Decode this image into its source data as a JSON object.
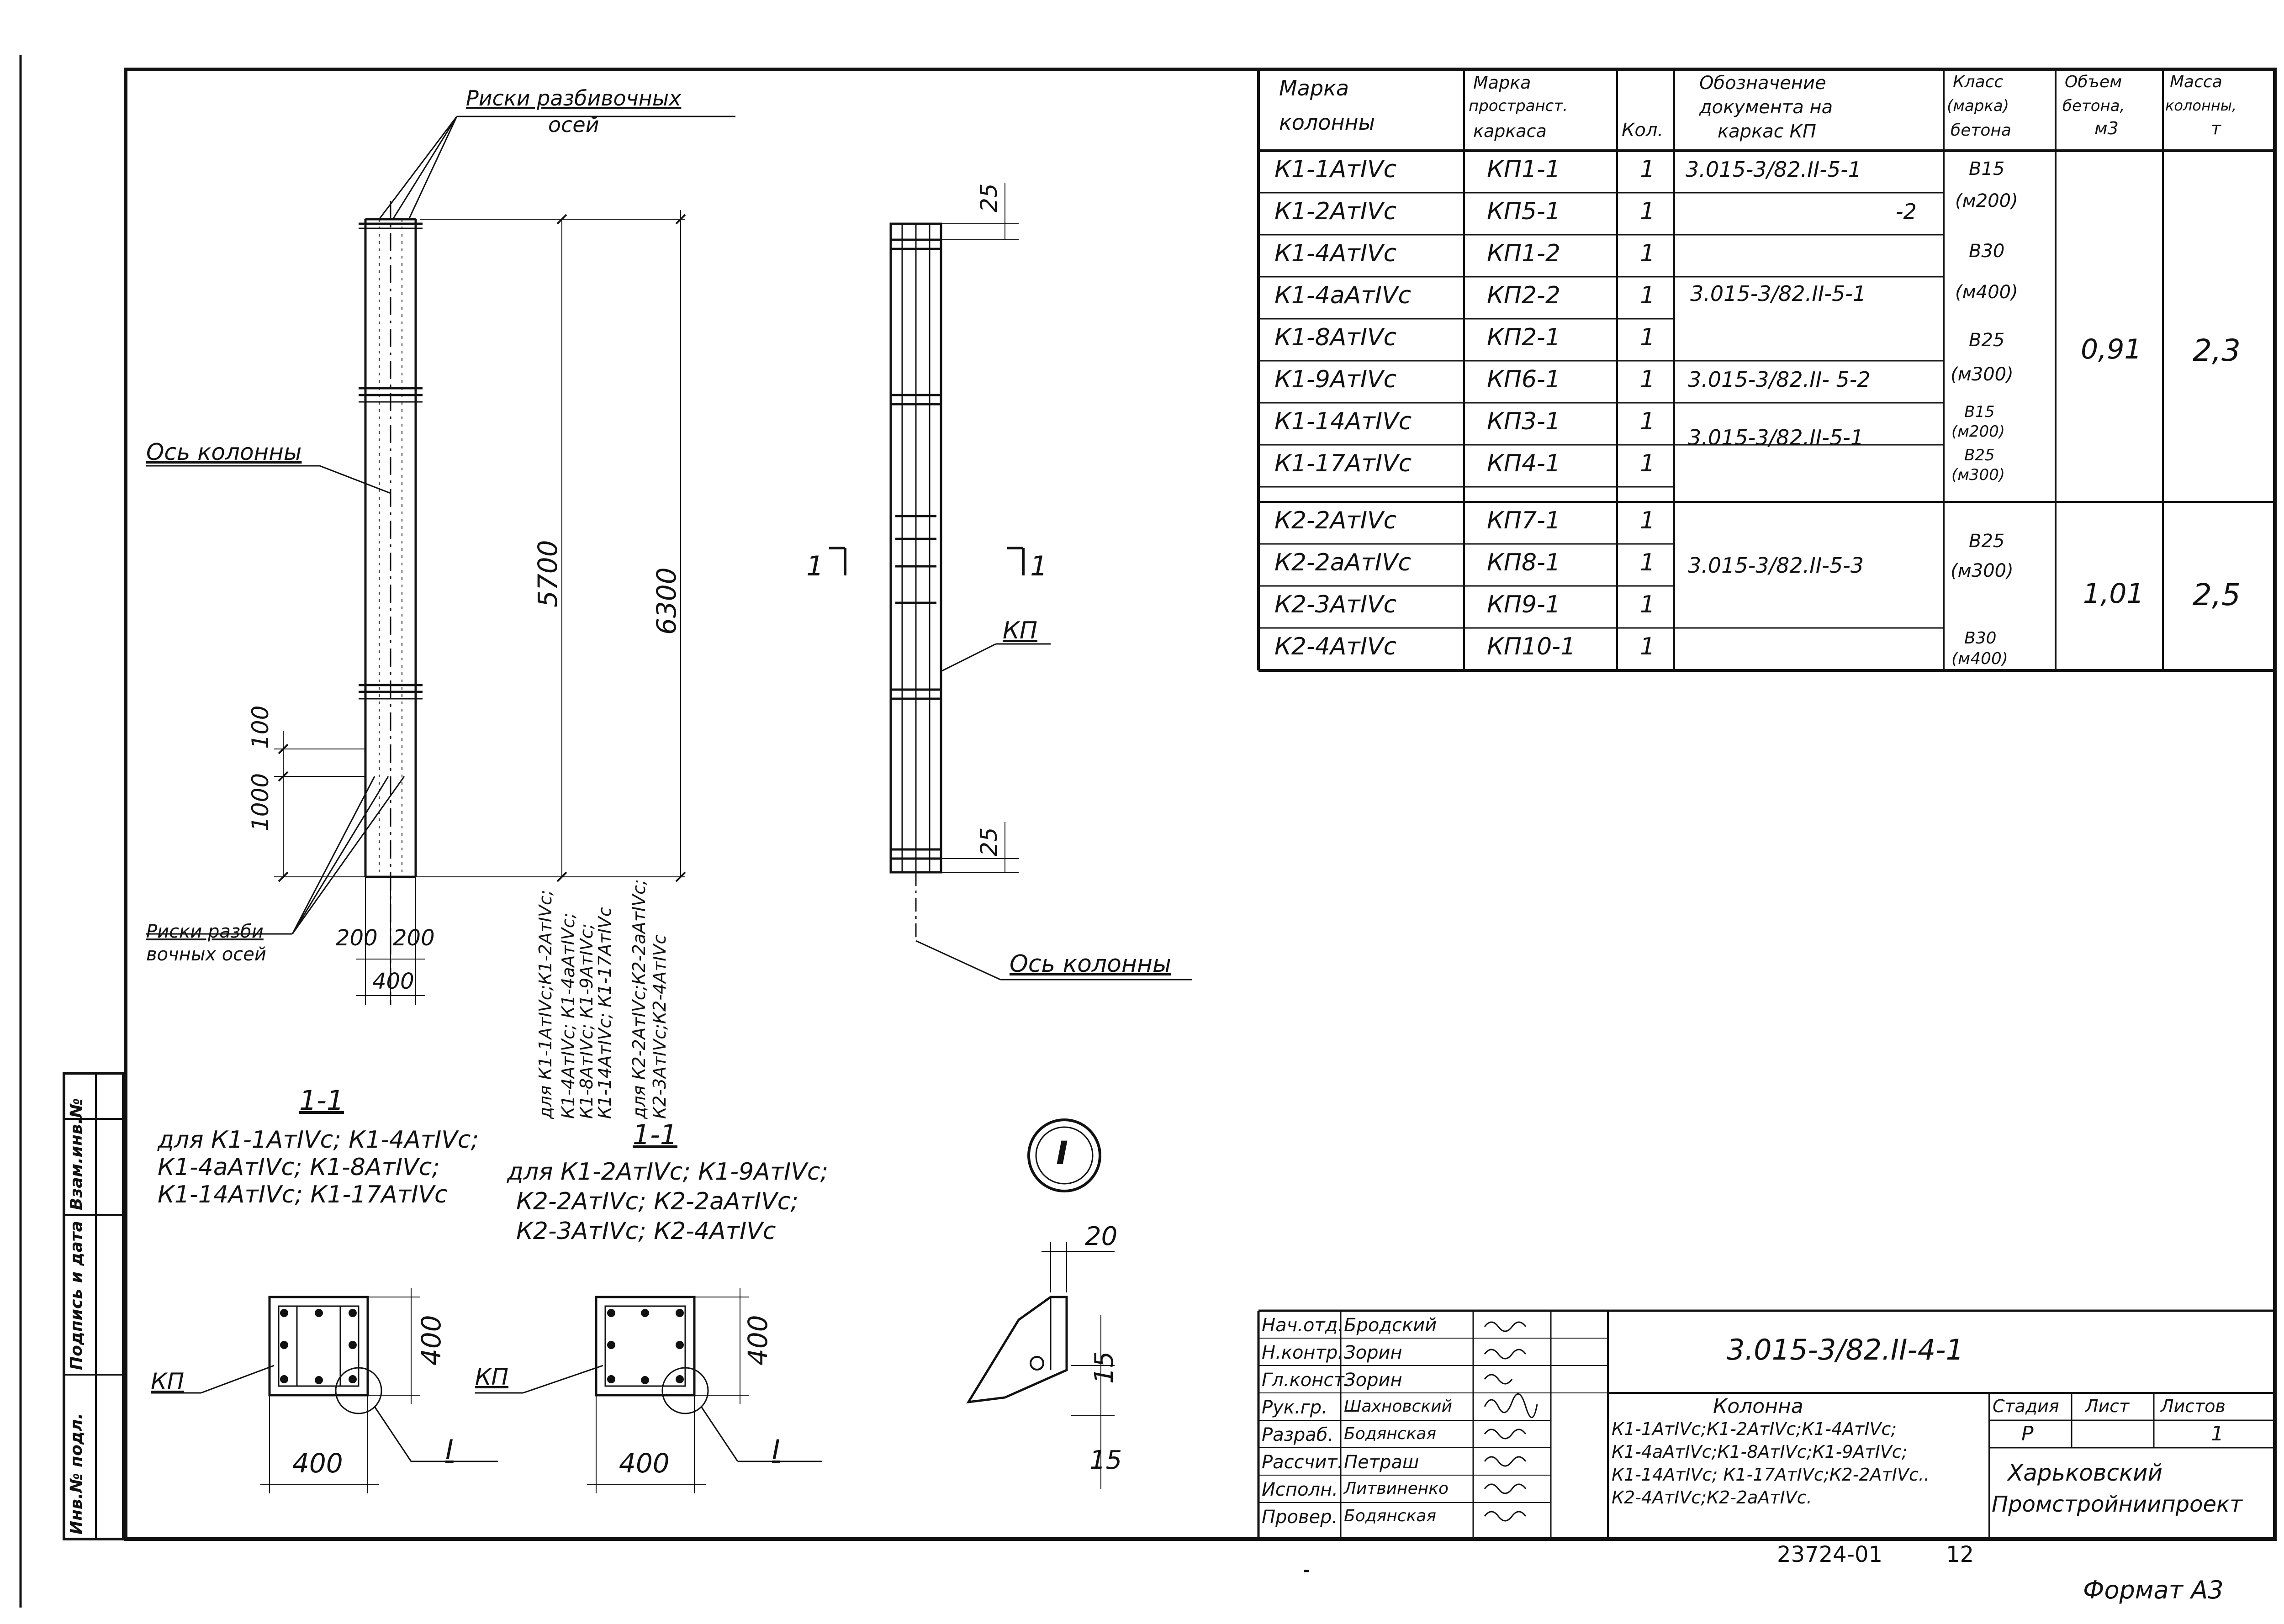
{
  "drawing": {
    "labels": {
      "marks_axes_top": [
        "Риски разбивочных",
        "осей"
      ],
      "column_axis_left": "Ось колонны",
      "marks_axes_bottom": [
        "Риски разби",
        "вочных осей"
      ],
      "column_axis_right": "Ось колонны",
      "cage_label": "КП",
      "section_mark_left": "1",
      "section_mark_right": "1",
      "detail_mark": "I"
    },
    "dims": {
      "d5700": "5700",
      "d6300": "6300",
      "d1000": "1000",
      "d100": "100",
      "d200a": "200",
      "d200b": "200",
      "d400": "400",
      "d25_top": "25",
      "d25_bot": "25",
      "d20": "20",
      "d15a": "15",
      "d15b": "15"
    },
    "vertical_notes": [
      "для К1-1АтIVс;К1-2АтIVс;",
      "К1-4АтIVс; К1-4аАтIVс;",
      "К1-8АтIVс; К1-9АтIVс;",
      "К1-14АтIVс; К1-17АтIVс",
      "для К2-2АтIVс;К2-2аАтIVс;",
      "К2-3АтIVс;К2-4АтIVс"
    ],
    "section_a": {
      "title": "1-1",
      "lines": [
        "для К1-1АтIVс; К1-4АтIVс;",
        "К1-4аАтIVс; К1-8АтIVс;",
        "К1-14АтIVс;  К1-17АтIVс"
      ],
      "cage": "КП",
      "dim_w": "400",
      "dim_h": "400",
      "detail": "I"
    },
    "section_b": {
      "title": "1-1",
      "lines": [
        "для К1-2АтIVс; К1-9АтIVс;",
        "К2-2АтIVс;  К2-2аАтIVс;",
        "К2-3АтIVс; К2-4АтIVс"
      ],
      "cage": "КП",
      "dim_w": "400",
      "dim_h": "400",
      "detail": "I"
    }
  },
  "spec_table": {
    "headers": [
      [
        "Марка",
        "колонны"
      ],
      [
        "Марка",
        "пространст.",
        "каркаса"
      ],
      [
        "Кол."
      ],
      [
        "Обозначение",
        "документа на",
        "каркас КП"
      ],
      [
        "Класс",
        "(марка)",
        "бетона"
      ],
      [
        "Объем",
        "бетона,",
        "м3"
      ],
      [
        "Масса",
        "колонны,",
        "т"
      ]
    ],
    "rows": [
      {
        "col": "К1-1АтIVс",
        "cage": "КП1-1",
        "qty": "1"
      },
      {
        "col": "К1-2АтIVс",
        "cage": "КП5-1",
        "qty": "1"
      },
      {
        "col": "К1-4АтIVс",
        "cage": "КП1-2",
        "qty": "1"
      },
      {
        "col": "К1-4аАтIVс",
        "cage": "КП2-2",
        "qty": "1"
      },
      {
        "col": "К1-8АтIVс",
        "cage": "КП2-1",
        "qty": "1"
      },
      {
        "col": "К1-9АтIVс",
        "cage": "КП6-1",
        "qty": "1"
      },
      {
        "col": "К1-14АтIVс",
        "cage": "КП3-1",
        "qty": "1"
      },
      {
        "col": "К1-17АтIVс",
        "cage": "КП4-1",
        "qty": "1"
      },
      {
        "col": "К2-2АтIVс",
        "cage": "КП7-1",
        "qty": "1"
      },
      {
        "col": "К2-2аАтIVс",
        "cage": "КП8-1",
        "qty": "1"
      },
      {
        "col": "К2-3АтIVс",
        "cage": "КП9-1",
        "qty": "1"
      },
      {
        "col": "К2-4АтIVс",
        "cage": "КП10-1",
        "qty": "1"
      }
    ],
    "docs": [
      "3.015-3/82.II-5-1",
      "-2",
      "3.015-3/82.II-5-1",
      "3.015-3/82.II- 5-2",
      "3.015-3/82.II-5-1",
      "3.015-3/82.II-5-3"
    ],
    "classes": [
      "В15",
      "(м200)",
      "В30",
      "(м400)",
      "В25",
      "(м300)",
      "В15",
      "(м200)",
      "В25",
      "(м300)",
      "В25",
      "(м300)",
      "В30",
      "(м400)"
    ],
    "volumes": [
      "0,91",
      "1,01"
    ],
    "masses": [
      "2,3",
      "2,5"
    ]
  },
  "stamp": {
    "roles": [
      {
        "role": "Нач.отд.",
        "name": "Бродский"
      },
      {
        "role": "Н.контр.",
        "name": "Зорин"
      },
      {
        "role": "Гл.конст.",
        "name": "Зорин"
      },
      {
        "role": "Рук.гр.",
        "name": "Шахновский"
      },
      {
        "role": "Разраб.",
        "name": "Бодянская"
      },
      {
        "role": "Рассчит.",
        "name": "Петраш"
      },
      {
        "role": "Исполн.",
        "name": "Литвиненко"
      },
      {
        "role": "Провер.",
        "name": "Бодянская"
      }
    ],
    "designation": "3.015-3/82.II-4-1",
    "title_lines": [
      "Колонна",
      "К1-1АтIVс;К1-2АтIVс;К1-4АтIVс;",
      "К1-4аАтIVс;К1-8АтIVс;К1-9АтIVс;",
      "К1-14АтIVс; К1-17АтIVс;К2-2АтIVс..",
      "К2-4АтIVс;К2-2аАтIVс."
    ],
    "stage_h": "Стадия",
    "sheet_h": "Лист",
    "sheets_h": "Листов",
    "stage": "Р",
    "sheet": "",
    "sheets": "1",
    "org": [
      "Харьковский",
      "Промстройниипроект"
    ]
  },
  "side_strip": [
    "Инв.№ подл.",
    "Подпись и дата",
    "Взам.инв.№"
  ],
  "footer": {
    "number": "23724-01",
    "page": "12",
    "format": "Формат А3"
  }
}
